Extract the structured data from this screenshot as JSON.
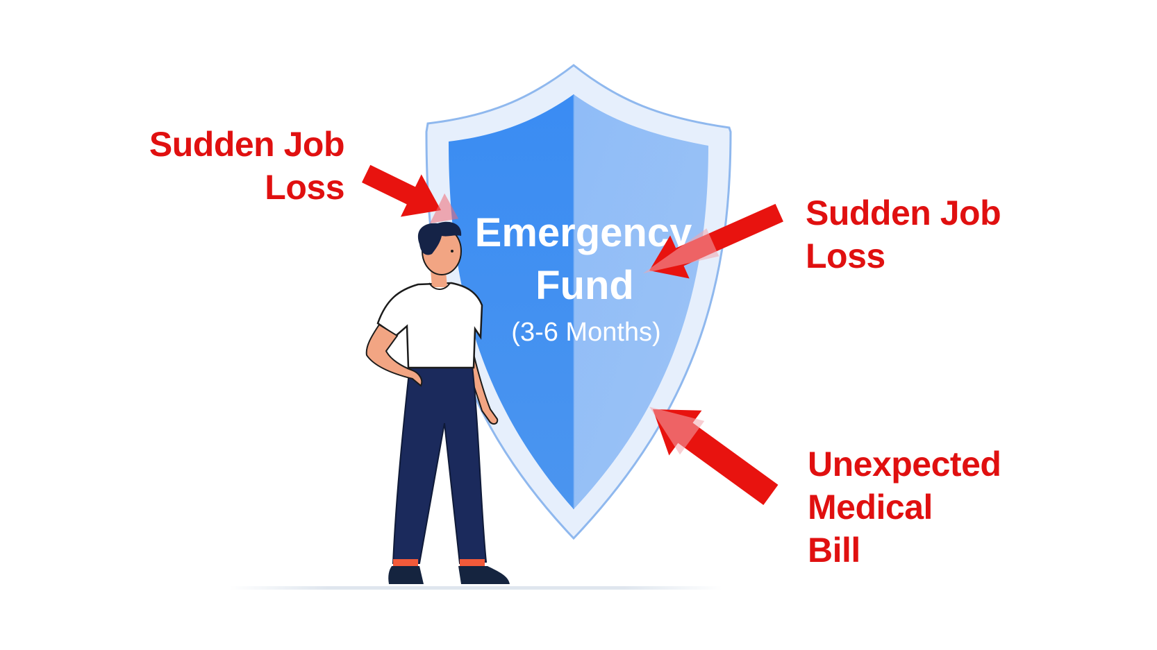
{
  "shield": {
    "title_line1": "Emergency",
    "title_line2": "Fund",
    "subtitle": "(3-6 Months)"
  },
  "threats": [
    {
      "lines": [
        "Sudden Job",
        "Loss"
      ]
    },
    {
      "lines": [
        "Sudden Job",
        "Loss"
      ]
    },
    {
      "lines": [
        "Unexpected",
        "Medical",
        "Bill"
      ]
    }
  ],
  "colors": {
    "threat": "#e01010",
    "shield": "#3d8ef2",
    "shirt": "#ffffff",
    "pants": "#1b2a5c",
    "hair": "#152347",
    "skin": "#f2a583",
    "shoes": "#15243f"
  },
  "icons": {
    "shield": "shield-icon",
    "person": "person-figure",
    "arrow": "arrow-icon"
  }
}
